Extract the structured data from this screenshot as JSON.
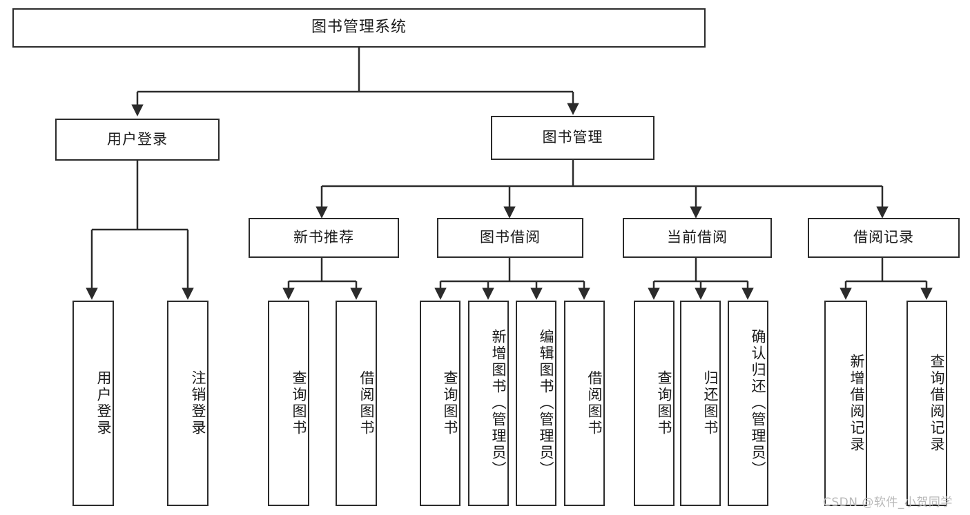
{
  "diagram": {
    "title": "图书管理系统",
    "watermark": "CSDN @软件_小贺同学",
    "root": {
      "label": "图书管理系统"
    },
    "level1": [
      {
        "id": "user-login",
        "label": "用户登录"
      },
      {
        "id": "book-management",
        "label": "图书管理"
      }
    ],
    "level2": [
      {
        "id": "new-book-recommend",
        "label": "新书推荐"
      },
      {
        "id": "book-borrow",
        "label": "图书借阅"
      },
      {
        "id": "current-borrow",
        "label": "当前借阅"
      },
      {
        "id": "borrow-record",
        "label": "借阅记录"
      }
    ],
    "leaves": {
      "user_login": [
        {
          "id": "leaf-user-login",
          "label": "用户登录"
        },
        {
          "id": "leaf-logout-login",
          "label": "注销登录"
        }
      ],
      "new_book_recommend": [
        {
          "id": "leaf-query-book-1",
          "label": "查询图书"
        },
        {
          "id": "leaf-borrow-book-1",
          "label": "借阅图书"
        }
      ],
      "book_borrow": [
        {
          "id": "leaf-query-book-2",
          "label": "查询图书"
        },
        {
          "id": "leaf-add-book-admin",
          "label": "新增图书（管理员）"
        },
        {
          "id": "leaf-edit-book-admin",
          "label": "编辑图书（管理员）"
        },
        {
          "id": "leaf-borrow-book-2",
          "label": "借阅图书"
        }
      ],
      "current_borrow": [
        {
          "id": "leaf-query-book-3",
          "label": "查询图书"
        },
        {
          "id": "leaf-return-book",
          "label": "归还图书"
        },
        {
          "id": "leaf-confirm-return-admin",
          "label": "确认归还（管理员）"
        }
      ],
      "borrow_record": [
        {
          "id": "leaf-add-borrow-record",
          "label": "新增借阅记录"
        },
        {
          "id": "leaf-query-borrow-record",
          "label": "查询借阅记录"
        }
      ]
    },
    "colors": {
      "stroke": "#2b2b2b",
      "fill": "#ffffff",
      "text": "#1b1b1b",
      "watermark": "#b9b9b9"
    }
  }
}
